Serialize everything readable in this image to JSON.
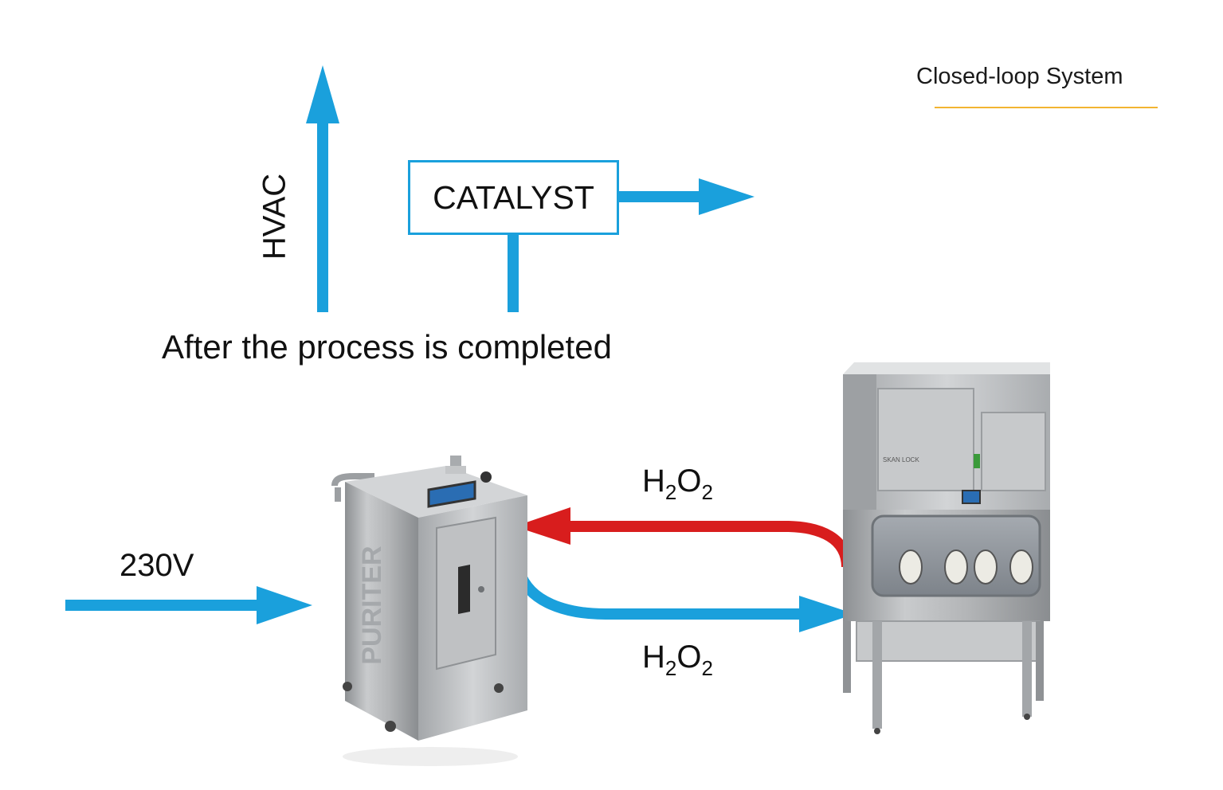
{
  "title": "Closed-loop System",
  "hvac_label": "HVAC",
  "catalyst_label": "CATALYST",
  "after_label": "After the process is completed",
  "voltage_label": "230V",
  "chem_top": {
    "main1": "H",
    "sub1": "2",
    "main2": "O",
    "sub2": "2"
  },
  "chem_bottom": {
    "main1": "H",
    "sub1": "2",
    "main2": "O",
    "sub2": "2"
  },
  "generator_brand": "PURITER",
  "isolator_brand": "SKAN LOCK",
  "colors": {
    "accent_blue": "#1aa0dc",
    "return_red": "#d81d1d",
    "title_rule": "#f2b431",
    "steel": "#b5b7b9"
  }
}
